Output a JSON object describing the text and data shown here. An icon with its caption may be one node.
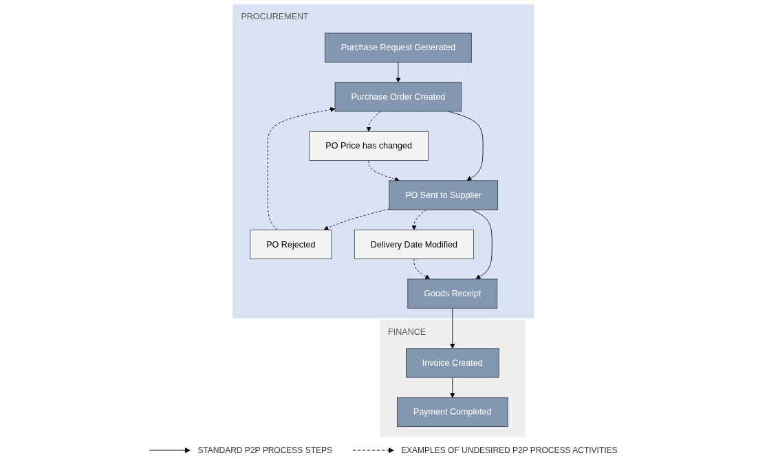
{
  "diagram": {
    "nodes": [
      {
        "text": [
          "PROCUREMENT"
        ]
      },
      {
        "text": [
          "Purchase Request Generated"
        ],
        "in": 0
      },
      {
        "text": [
          "Purchase Order Created"
        ],
        "in": 0
      },
      {
        "text": [
          "PO Rejected"
        ],
        "in": 0
      },
      {
        "text": [
          "PO Price has changed"
        ],
        "in": 0
      },
      {
        "text": [
          "PO Sent to Supplier"
        ],
        "in": 0
      },
      {
        "text": [
          "Delivery Date Modified"
        ],
        "in": 0
      },
      {
        "text": [
          "Goods Receipt"
        ],
        "in": 0
      },
      {
        "text": [
          "FINANCE"
        ]
      },
      {
        "text": [
          "Invoice Created"
        ],
        "in": 8
      },
      {
        "text": [
          "Payment Completed"
        ],
        "in": 8
      }
    ],
    "edges": [
      {
        "from": 1,
        "to": 2,
        "arrow": "to"
      },
      {
        "from": 3,
        "to": 2,
        "arrow": "to",
        "style": "dashed"
      },
      {
        "from": 2,
        "to": 4,
        "arrow": "to",
        "style": "dashed"
      },
      {
        "from": 2,
        "to": 5,
        "arrow": "to"
      },
      {
        "from": 4,
        "to": 5,
        "arrow": "to",
        "style": "dashed"
      },
      {
        "from": 5,
        "to": 3,
        "arrow": "to",
        "style": "dashed"
      },
      {
        "from": 5,
        "to": 6,
        "arrow": "to",
        "style": "dashed"
      },
      {
        "from": 5,
        "to": 7,
        "arrow": "to"
      },
      {
        "from": 6,
        "to": 7,
        "arrow": "to",
        "style": "dashed"
      },
      {
        "from": 7,
        "to": 9,
        "arrow": "to"
      },
      {
        "from": 9,
        "to": 10,
        "arrow": "to"
      }
    ],
    "legend": [
      {
        "text": "STANDARD P2P PROCESS STEPS"
      },
      {
        "text": "EXAMPLES OF UNDESIRED P2P PROCESS ACTIVITIES"
      }
    ]
  }
}
